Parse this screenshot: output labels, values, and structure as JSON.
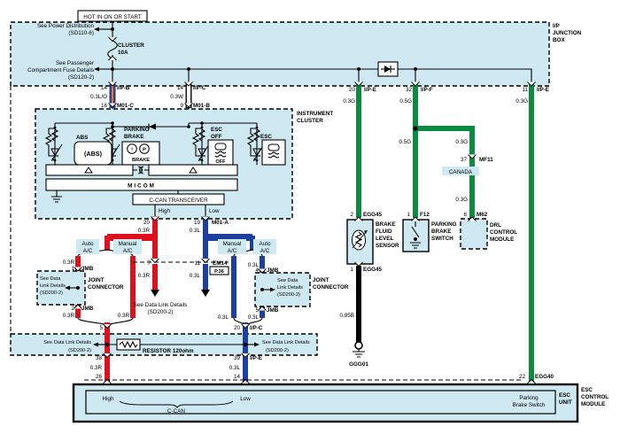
{
  "colors": {
    "region_fill": "#cfe9f2",
    "can_high_wire": "#df101d",
    "can_low_wire": "#1d3f9f",
    "ground_signal_wire": "#0c8a40",
    "stripe_orange": "#f07818",
    "black_wire": "#000000"
  },
  "labels": {
    "hot": "HOT IN ON OR START",
    "see_power": [
      "See Power Distribution",
      "(SD110-6)"
    ],
    "fuse": [
      "CLUSTER",
      "10A"
    ],
    "see_pass": [
      "See Passenger",
      "Compartment Fuse Details",
      "(SD120-2)"
    ],
    "ipjb": [
      "I/P",
      "JUNCTION",
      "BOX"
    ],
    "pin_ipb": [
      "14",
      "I/P-B"
    ],
    "w_lo": "0.3L/O",
    "pin_m01c": [
      "16",
      "M01-C"
    ],
    "pin_ipc_top": [
      "14",
      "I/P-C"
    ],
    "w_w": "0.3W",
    "pin_m01b": [
      "9",
      "M01-B"
    ],
    "pin_ipe1": [
      "20",
      "I/P-E"
    ],
    "w_g1": "0.3G",
    "pin_ipf": [
      "32",
      "I/P-F"
    ],
    "w_g2": "0.5G",
    "pin_ipe2": [
      "11",
      "I/P-E"
    ],
    "w_g3": "0.3G",
    "w_g4": "0.5G",
    "w_g5": "0.3G",
    "pin_mf11": [
      "37",
      "MF11"
    ],
    "canada": "CANADA",
    "w_g6": "0.3G",
    "pin_egg45_2": [
      "2",
      "EGG45"
    ],
    "sensor": [
      "BRAKE",
      "FLUID",
      "LEVEL",
      "SENSOR"
    ],
    "pin_egg45_1": [
      "1",
      "EGG45"
    ],
    "w_b": "0.85B",
    "ground": "GGG01",
    "pin_f12": [
      "1",
      "F12"
    ],
    "pb_switch": [
      "PARKING",
      "BRAKE",
      "SWITCH"
    ],
    "pin_m62": [
      "6",
      "M62"
    ],
    "drl": [
      "DRL",
      "CONTROL",
      "MODULE"
    ],
    "pin_egg40": [
      "22",
      "EGG40"
    ],
    "cluster_title": [
      "INSTRUMENT",
      "CLUSTER"
    ],
    "abs": "ABS",
    "abs_icon": "(ABS)",
    "pb": [
      "PARKING",
      "BRAKE"
    ],
    "pb_icon_excl": "!",
    "pb_icon_p": "P",
    "pb_icon_brake": "BRAKE",
    "escoff": [
      "ESC",
      "OFF"
    ],
    "escoff_icon": "OFF",
    "esc": "ESC",
    "micom": "MICOM",
    "transceiver": "C-CAN TRANSCEIVER",
    "high": "High",
    "low": "Low",
    "pin_20": "20",
    "w_r1": "0.3R",
    "pin_19": "19",
    "m01a": "M01-A",
    "w_l1": "0.3L",
    "pin_7": "7",
    "w_r2": "0.3R",
    "pin_11": "11",
    "em14": "EM14",
    "page36": "P.36",
    "w_l2": "0.3L",
    "auto_ac": [
      "Auto",
      "A/C"
    ],
    "manual_ac": [
      "Manual",
      "A/C"
    ],
    "w_r3": "0.3R",
    "pin_jmb1": [
      "1",
      "JMB"
    ],
    "pin_jmb2": [
      "2",
      "JMB"
    ],
    "w_r4": "0.3R",
    "w_r5": "0.3R",
    "joint_conn": [
      "JOINT",
      "CONNECTOR"
    ],
    "see_data_box": [
      "See Data",
      "Link Details",
      "(SD200-2)"
    ],
    "w_l3": "0.3L",
    "pin_jmb4": [
      "4",
      "JMB"
    ],
    "pin_jmb5": [
      "5",
      "JMB"
    ],
    "w_l4": "0.3L",
    "w_l5": "0.3L",
    "datalink_center": [
      "See Data Link Details",
      "(SD200-2)"
    ],
    "pin_5": "5",
    "pin_ipc20": [
      "20",
      "I/P-C"
    ],
    "band_left": [
      "See Data Link Details",
      "(SD200-2)"
    ],
    "resistor": "RESISTOR 120ohm",
    "band_right": [
      "See Data Link Details",
      "(SD200-2)"
    ],
    "pin_38": "38",
    "w_r6": "0.3R",
    "pin_26": "26",
    "pin_39": [
      "39",
      "I/P-E"
    ],
    "w_l6": "0.3L",
    "pin_14": "14",
    "esc_pbsw": [
      "Parking",
      "Brake Switch"
    ],
    "esc_unit": [
      "ESC",
      "UNIT"
    ],
    "esc_module": [
      "ESC",
      "CONTROL",
      "MODULE"
    ],
    "ccan": "C-CAN",
    "high2": "High",
    "low2": "Low"
  }
}
